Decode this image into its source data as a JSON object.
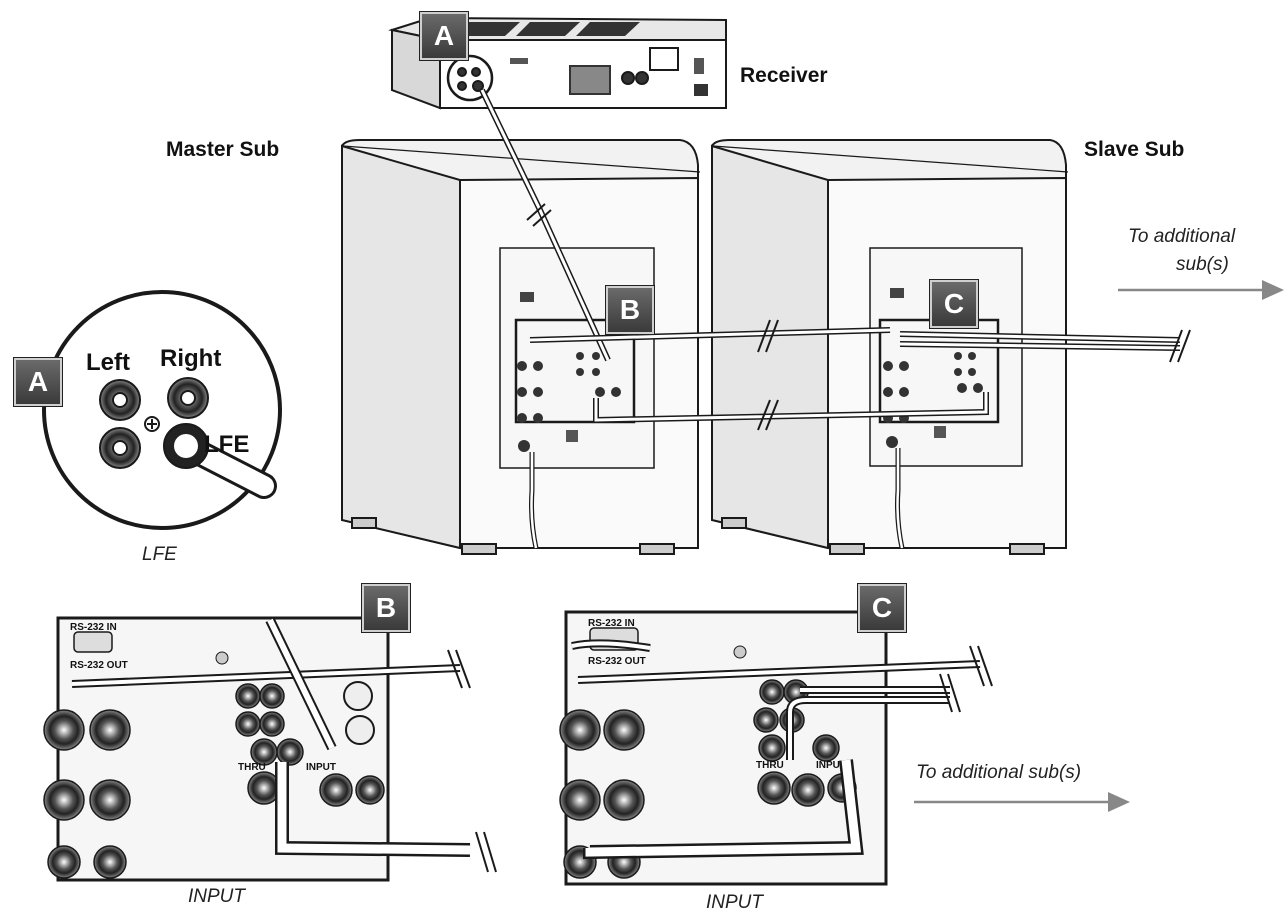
{
  "labels": {
    "receiver": "Receiver",
    "master_sub": "Master Sub",
    "slave_sub": "Slave Sub",
    "to_additional_top": "To additional",
    "to_additional_top2": "sub(s)",
    "to_additional_bottom": "To additional sub(s)",
    "lfe_caption": "LFE",
    "input_b": "INPUT",
    "input_c": "INPUT"
  },
  "badges": {
    "a": "A",
    "b": "B",
    "c": "C"
  },
  "inset_a": {
    "left": "Left",
    "right": "Right",
    "lfe": "LFE"
  },
  "panel_labels": {
    "rs232_in": "RS-232 IN",
    "rs232_out": "RS-232 OUT",
    "thru": "THRU",
    "input": "INPUT"
  },
  "colors": {
    "line": "#1a1a1a",
    "badge": "#4a4a4a",
    "arrow": "#888888"
  }
}
